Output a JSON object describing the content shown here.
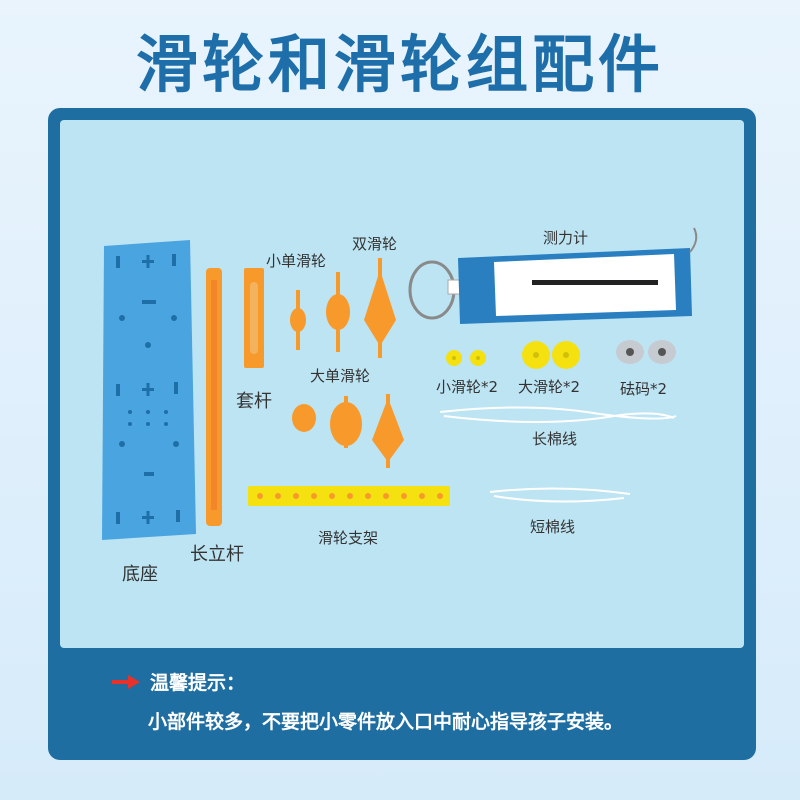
{
  "title": "滑轮和滑轮组配件",
  "labels": {
    "base": "底座",
    "long_rod": "长立杆",
    "sleeve_rod": "套杆",
    "small_single_pulley": "小单滑轮",
    "double_pulley": "双滑轮",
    "large_single_pulley": "大单滑轮",
    "spring_scale": "测力计",
    "small_pulley": "小滑轮*2",
    "large_pulley": "大滑轮*2",
    "weight": "砝码*2",
    "long_string": "长棉线",
    "short_string": "短棉线",
    "pulley_bracket": "滑轮支架"
  },
  "notice": {
    "icon": "arrow-right-icon",
    "heading": "温馨提示：",
    "body": "小部件较多，不要把小零件放入口中耐心指导孩子安装。"
  },
  "colors": {
    "title": "#1d6ea9",
    "card": "#1f6ea1",
    "panel": "#bde4f3",
    "base": "#4aa4df",
    "orange": "#f79a2b",
    "yellow": "#f4e10f",
    "arrow": "#e6322a"
  }
}
